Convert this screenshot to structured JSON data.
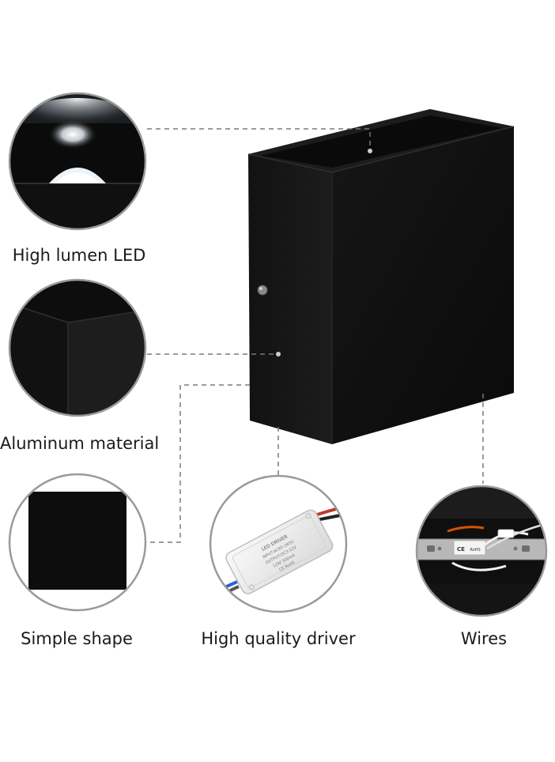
{
  "features": {
    "led": {
      "label": "High lumen LED"
    },
    "aluminum": {
      "label": "Aluminum material"
    },
    "shape": {
      "label": "Simple shape"
    },
    "driver": {
      "label": "High quality driver"
    },
    "wires": {
      "label": "Wires"
    }
  },
  "driver_box": {
    "text_lines": [
      "LED DRIVER",
      "INPUT:AC85-265V",
      "OUTPUT:DC3-12V",
      "12W 300mA",
      "CE RoHS"
    ]
  },
  "wires_box": {
    "marks": [
      "CE",
      "RoHS"
    ]
  },
  "colors": {
    "product_front": "#0d0d0d",
    "product_side": "#151515",
    "product_top": "#1b1b1b",
    "circle_border": "#9a9a9a",
    "leader_line": "#7a7a7a",
    "label_text": "#1a1a1a"
  }
}
